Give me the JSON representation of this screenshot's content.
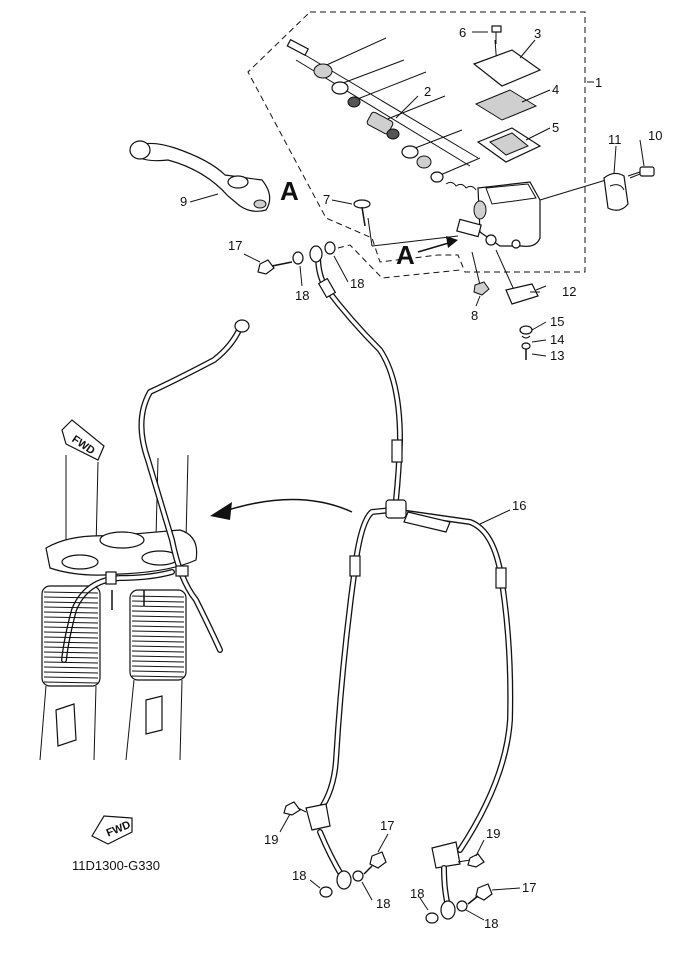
{
  "diagram": {
    "code": "11D1300-G330",
    "detail_label": "A",
    "fwd_label": "FWD",
    "part_numbers": {
      "p1": "1",
      "p2": "2",
      "p3": "3",
      "p4": "4",
      "p5": "5",
      "p6": "6",
      "p7": "7",
      "p8": "8",
      "p9": "9",
      "p10": "10",
      "p11": "11",
      "p12": "12",
      "p13": "13",
      "p14": "14",
      "p15": "15",
      "p16": "16",
      "p17": "17",
      "p18": "18",
      "p19": "19"
    }
  }
}
